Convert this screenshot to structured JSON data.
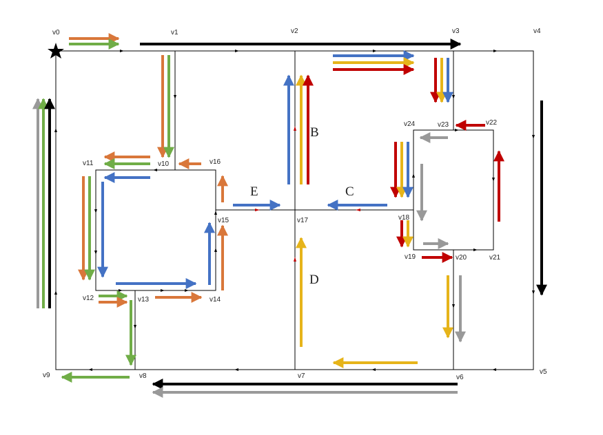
{
  "vertices": [
    {
      "name": "v0",
      "label": "v0"
    },
    {
      "name": "v1",
      "label": "v1"
    },
    {
      "name": "v2",
      "label": "v2"
    },
    {
      "name": "v3",
      "label": "v3"
    },
    {
      "name": "v4",
      "label": "v4"
    },
    {
      "name": "v5",
      "label": "v5"
    },
    {
      "name": "v6",
      "label": "v6"
    },
    {
      "name": "v7",
      "label": "v7"
    },
    {
      "name": "v8",
      "label": "v8"
    },
    {
      "name": "v9",
      "label": "v9"
    },
    {
      "name": "v10",
      "label": "v10"
    },
    {
      "name": "v11",
      "label": "v11"
    },
    {
      "name": "v12",
      "label": "v12"
    },
    {
      "name": "v13",
      "label": "v13"
    },
    {
      "name": "v14",
      "label": "v14"
    },
    {
      "name": "v15",
      "label": "v15"
    },
    {
      "name": "v16",
      "label": "v16"
    },
    {
      "name": "v17",
      "label": "v17"
    },
    {
      "name": "v18",
      "label": "v18"
    },
    {
      "name": "v19",
      "label": "v19"
    },
    {
      "name": "v20",
      "label": "v20"
    },
    {
      "name": "v21",
      "label": "v21"
    },
    {
      "name": "v22",
      "label": "v22"
    },
    {
      "name": "v23",
      "label": "v23"
    },
    {
      "name": "v24",
      "label": "v24"
    }
  ],
  "regions": [
    {
      "name": "B",
      "label": "B"
    },
    {
      "name": "C",
      "label": "C"
    },
    {
      "name": "D",
      "label": "D"
    },
    {
      "name": "E",
      "label": "E"
    }
  ],
  "start_marker": "star-icon",
  "colors": {
    "black": "#000000",
    "orange": "#d9773a",
    "green": "#70ad47",
    "blue": "#4472c4",
    "yellow": "#e6b41a",
    "red": "#c00000",
    "gray": "#999999",
    "edge": "#000000",
    "edge_arrow_red": "#c00000"
  }
}
